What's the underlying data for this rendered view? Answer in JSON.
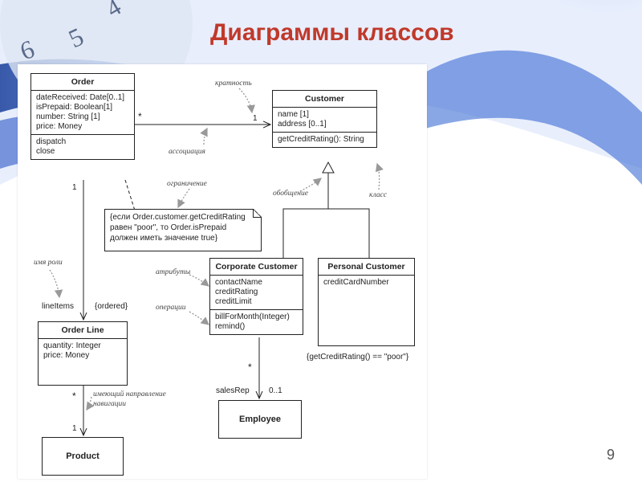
{
  "title": "Диаграммы классов",
  "page_number": "9",
  "classes": {
    "order": {
      "name": "Order",
      "attributes": [
        "dateReceived: Date[0..1]",
        "isPrepaid: Boolean[1]",
        "number: String [1]",
        "price: Money"
      ],
      "operations": [
        "dispatch",
        "close"
      ]
    },
    "customer": {
      "name": "Customer",
      "attributes": [
        "name [1]",
        "address [0..1]"
      ],
      "operations": [
        "getCreditRating(): String"
      ]
    },
    "corporate_customer": {
      "name": "Corporate Customer",
      "attributes": [
        "contactName",
        "creditRating",
        "creditLimit"
      ],
      "operations": [
        "billForMonth(Integer)",
        "remind()"
      ]
    },
    "personal_customer": {
      "name": "Personal Customer",
      "attributes": [
        "creditCardNumber"
      ]
    },
    "order_line": {
      "name": "Order Line",
      "attributes": [
        "quantity: Integer",
        "price: Money"
      ]
    },
    "product": {
      "name": "Product"
    },
    "employee": {
      "name": "Employee"
    }
  },
  "note": {
    "lines": [
      "{если Order.customer.getCreditRating",
      "равен \"poor\", то Order.isPrepaid",
      "должен иметь значение true}"
    ]
  },
  "multiplicities": {
    "order_customer_order_end": "*",
    "order_customer_customer_end": "1",
    "order_orderline_order_end": "1",
    "orderline_role": "lineItems",
    "orderline_ordered": "{ordered}",
    "orderline_product_line_end": "*",
    "orderline_product_product_end": "1",
    "corporate_employee_corp_end": "*",
    "employee_role": "salesRep",
    "employee_end": "0..1"
  },
  "constraint_personal": "{getCreditRating() == \"poor\"}",
  "annotations": {
    "multiplicity": "кратность",
    "association": "ассоциация",
    "constraint": "ограничение",
    "generalization": "обобщение",
    "class": "класс",
    "role_name": "имя роли",
    "attributes": "атрибуты",
    "operations": "операции",
    "navigation": [
      "имеющий направление",
      "навигации"
    ]
  }
}
